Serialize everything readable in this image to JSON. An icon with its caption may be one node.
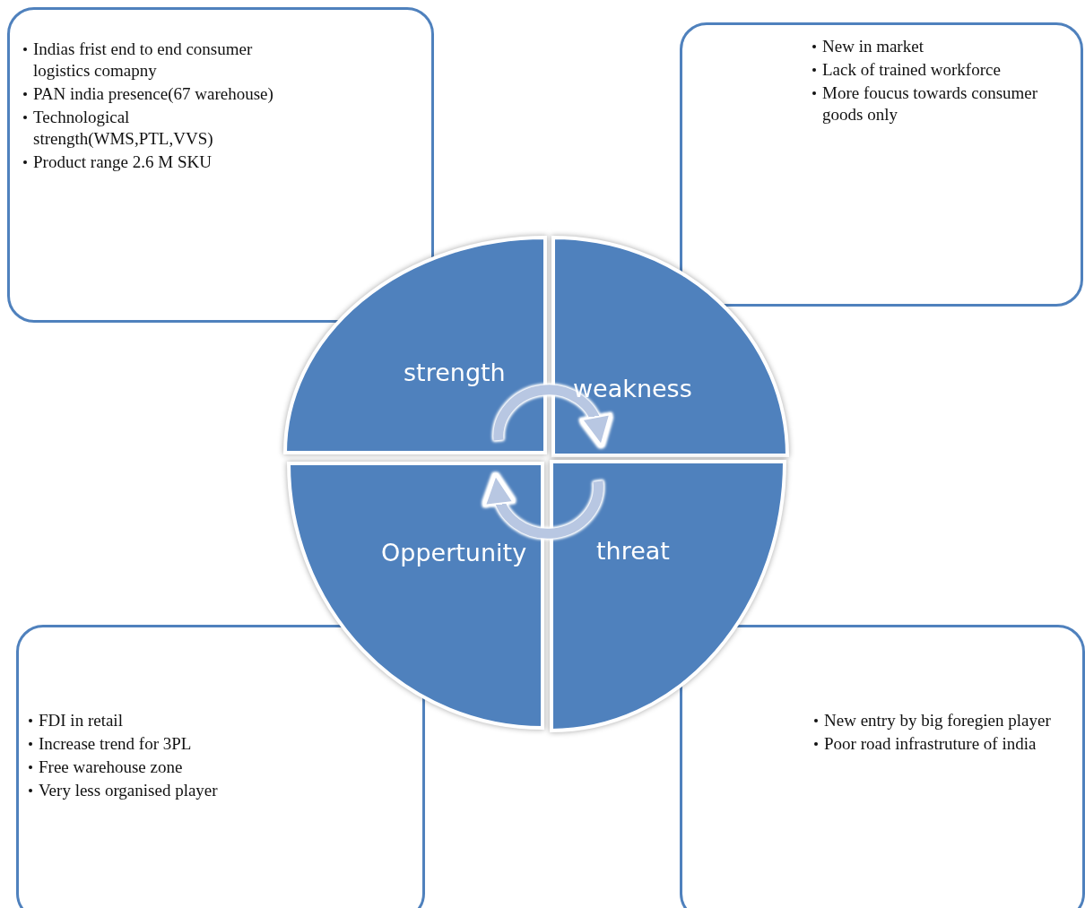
{
  "diagram": {
    "nodes": [
      {
        "text": [
          "Indias frist end to end consumer logistics comapny",
          "PAN india presence(67 warehouse)",
          "Technological strength(WMS,PTL,VVS)",
          "Product range 2.6 M SKU"
        ]
      },
      {
        "text": [
          "New in market",
          "Lack of trained workforce",
          "More foucus towards consumer goods only"
        ]
      },
      {
        "text": [
          "strength"
        ]
      },
      {
        "text": [
          "weakness"
        ]
      },
      {
        "text": [
          "Oppertunity"
        ]
      },
      {
        "text": [
          "threat"
        ]
      },
      {
        "text": [
          "FDI in retail",
          "Increase trend for 3PL",
          "Free warehouse zone",
          "Very less organised player"
        ]
      },
      {
        "text": [
          "New entry by big foregien player",
          "Poor road infrastruture of india"
        ]
      }
    ],
    "edges": [
      {
        "from": 2,
        "to": 3,
        "arrow": "to"
      },
      {
        "from": 5,
        "to": 4,
        "arrow": "to"
      }
    ]
  }
}
